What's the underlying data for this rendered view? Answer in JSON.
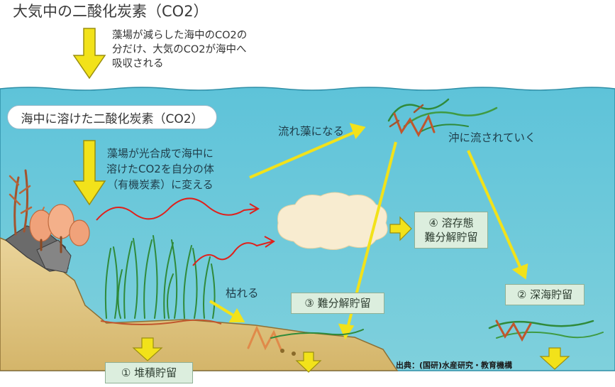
{
  "title": "大気中の二酸化炭素（CO2）",
  "absorption_text": [
    "藻場が減らした海中のCO2の",
    "分だけ、大気のCO2が海中へ",
    "吸収される"
  ],
  "dissolved_label": "海中に溶けた二酸化炭素（CO2）",
  "photosynthesis_text": [
    "藻場が光合成で海中に",
    "溶けたCO2を自分の体",
    "（有機炭素）に変える"
  ],
  "drift_label": "流れ藻になる",
  "offshore_label": "沖に流されていく",
  "wither_label": "枯れる",
  "storage": {
    "dissolved": [
      "④ 溶存態",
      "難分解貯留"
    ],
    "refractory": "③ 難分解貯留",
    "deep_sea": "② 深海貯留",
    "sediment": "① 堆積貯留"
  },
  "credit": "出典：(国研)水産研究・教育機構",
  "colors": {
    "sky": "#ffffff",
    "sea": "#6ec6d8",
    "seabed": "#e0c98a",
    "arrow_yellow": "#f2e21a",
    "arrow_red": "#e0201b",
    "box_fill": "#dceede",
    "cloud": "#f8ecd0"
  }
}
